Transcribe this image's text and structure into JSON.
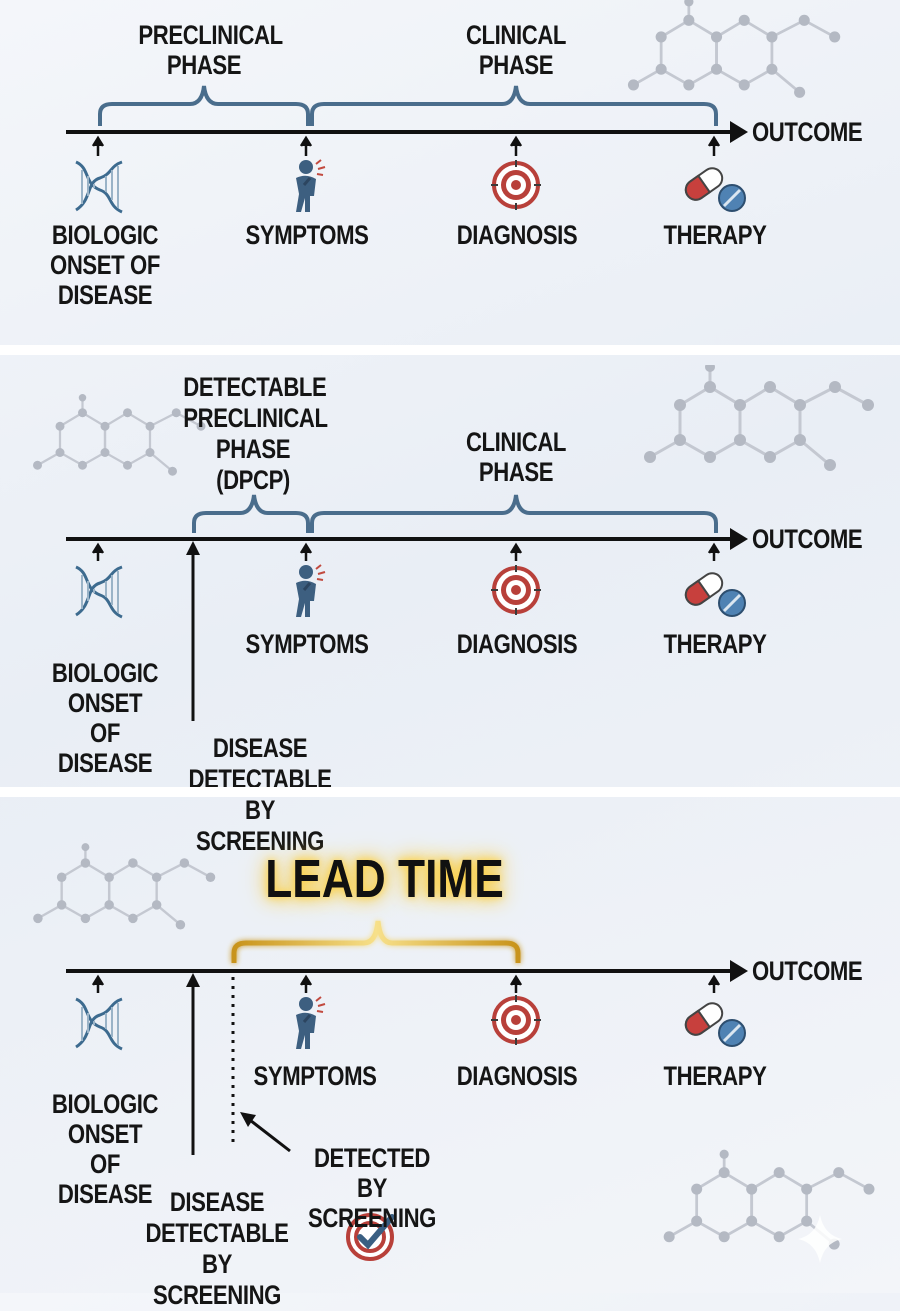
{
  "colors": {
    "timeline": "#111111",
    "brace": "#4a6d8c",
    "lead_brace": "#d9a521",
    "dna": "#3d6b8f",
    "target_red": "#b8403a",
    "pill_red": "#c7403d",
    "pill_blue": "#4f82b3",
    "molecule": "#b9bdc7"
  },
  "outcome_label": "OUTCOME",
  "panel1": {
    "preclinical_phase": "PRECLINICAL\nPHASE",
    "clinical_phase": "CLINICAL\nPHASE",
    "onset": "BIOLOGIC\nONSET OF\nDISEASE",
    "symptoms": "SYMPTOMS",
    "diagnosis": "DIAGNOSIS",
    "therapy": "THERAPY"
  },
  "panel2": {
    "dpcp": "DETECTABLE\nPRECLINICAL\nPHASE\n(DPCP)",
    "clinical_phase": "CLINICAL\nPHASE",
    "onset": "BIOLOGIC\nONSET\nOF DISEASE",
    "detectable": "DISEASE\nDETECTABLE\nBY SCREENING",
    "symptoms": "SYMPTOMS",
    "diagnosis": "DIAGNOSIS",
    "therapy": "THERAPY"
  },
  "panel3": {
    "lead_time": "LEAD TIME",
    "onset": "BIOLOGIC\nONSET\nOF DISEASE",
    "detectable": "DISEASE\nDETECTABLE\nBY SCREENING",
    "detected": "DETECTED BY\nSCREENING",
    "symptoms": "SYMPTOMS",
    "diagnosis": "DIAGNOSIS",
    "therapy": "THERAPY"
  },
  "icons": [
    "dna-icon",
    "person-pain-icon",
    "target-icon",
    "pill-icon",
    "screening-check-icon",
    "molecule-icon",
    "sparkle-icon"
  ]
}
